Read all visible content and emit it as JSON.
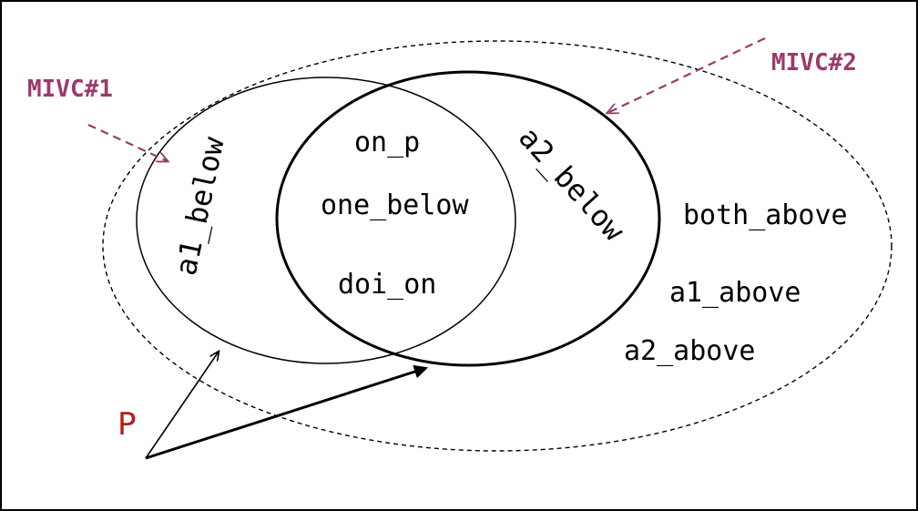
{
  "labels": {
    "mivc1": "MIVC#1",
    "mivc2": "MIVC#2",
    "p": "P"
  },
  "regions": {
    "a1_only": "a1_below",
    "a2_only": "a2_below",
    "intersection": [
      "on_p",
      "one_below",
      "doi_on"
    ],
    "outside": [
      "both_above",
      "a1_above",
      "a2_above"
    ]
  },
  "colors": {
    "callout": "#9b3a6a",
    "p_label": "#b01e1e",
    "stroke": "#000000"
  }
}
